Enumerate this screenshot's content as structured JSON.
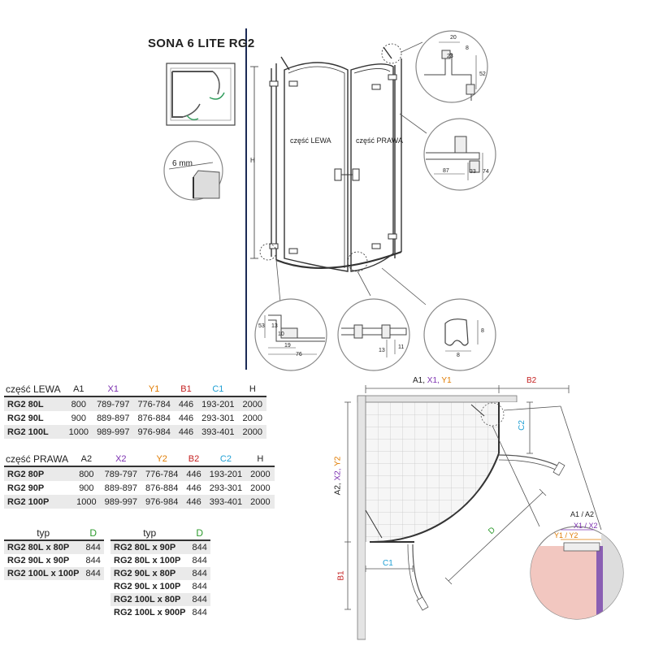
{
  "title": "SONA 6 LITE RG2",
  "thickness_label": "6 mm",
  "labels": {
    "left_part": "część LEWA",
    "right_part": "część PRAWA",
    "h": "H"
  },
  "detail_top": {
    "d20": "20",
    "d23": "23",
    "d8": "8",
    "d52": "52"
  },
  "detail_mid": {
    "d87": "87",
    "d33": "33",
    "d74": "74"
  },
  "detail_bl": {
    "d53": "53",
    "d13": "13",
    "d10": "10",
    "d19": "19",
    "d76": "76"
  },
  "detail_bm": {
    "d13": "13",
    "d11": "11"
  },
  "detail_br": {
    "d8a": "8",
    "d8b": "8"
  },
  "left_table": {
    "group": "część LEWA",
    "headers": [
      "A1",
      "X1",
      "Y1",
      "B1",
      "C1",
      "H"
    ],
    "rows": [
      [
        "RG2 80L",
        "800",
        "789-797",
        "776-784",
        "446",
        "193-201",
        "2000"
      ],
      [
        "RG2 90L",
        "900",
        "889-897",
        "876-884",
        "446",
        "293-301",
        "2000"
      ],
      [
        "RG2 100L",
        "1000",
        "989-997",
        "976-984",
        "446",
        "393-401",
        "2000"
      ]
    ]
  },
  "right_table": {
    "group": "część PRAWA",
    "headers": [
      "A2",
      "X2",
      "Y2",
      "B2",
      "C2",
      "H"
    ],
    "rows": [
      [
        "RG2 80P",
        "800",
        "789-797",
        "776-784",
        "446",
        "193-201",
        "2000"
      ],
      [
        "RG2 90P",
        "900",
        "889-897",
        "876-884",
        "446",
        "293-301",
        "2000"
      ],
      [
        "RG2 100P",
        "1000",
        "989-997",
        "976-984",
        "446",
        "393-401",
        "2000"
      ]
    ]
  },
  "typ_table_1": {
    "headers": [
      "typ",
      "D"
    ],
    "rows": [
      [
        "RG2 80L x 80P",
        "844"
      ],
      [
        "RG2 90L x 90P",
        "844"
      ],
      [
        "RG2 100L x 100P",
        "844"
      ]
    ]
  },
  "typ_table_2": {
    "headers": [
      "typ",
      "D"
    ],
    "rows": [
      [
        "RG2 80L x 90P",
        "844"
      ],
      [
        "RG2 80L x 100P",
        "844"
      ],
      [
        "RG2 90L x 80P",
        "844"
      ],
      [
        "RG2 90L x 100P",
        "844"
      ],
      [
        "RG2 100L x 80P",
        "844"
      ],
      [
        "RG2 100L x 900P",
        "844"
      ]
    ]
  },
  "plan": {
    "top_dim_a": "A1,",
    "top_dim_x": "X1,",
    "top_dim_y": "Y1",
    "b2": "B2",
    "c2": "C2",
    "side_a": "A2,",
    "side_x": "X2,",
    "side_y": "Y2",
    "b1": "B1",
    "c1": "C1",
    "d": "D",
    "inset_a": "A1 / A2",
    "inset_x": "X1 / X2",
    "inset_y": "Y1 / Y2"
  },
  "colors": {
    "x": "#7b2fb0",
    "y": "#e07b00",
    "b": "#c41e1e",
    "c": "#1e9fd4",
    "d": "#2e9b2e",
    "tile_bg": "#f4f4f4",
    "wall_inset": "#f2c7c0"
  }
}
